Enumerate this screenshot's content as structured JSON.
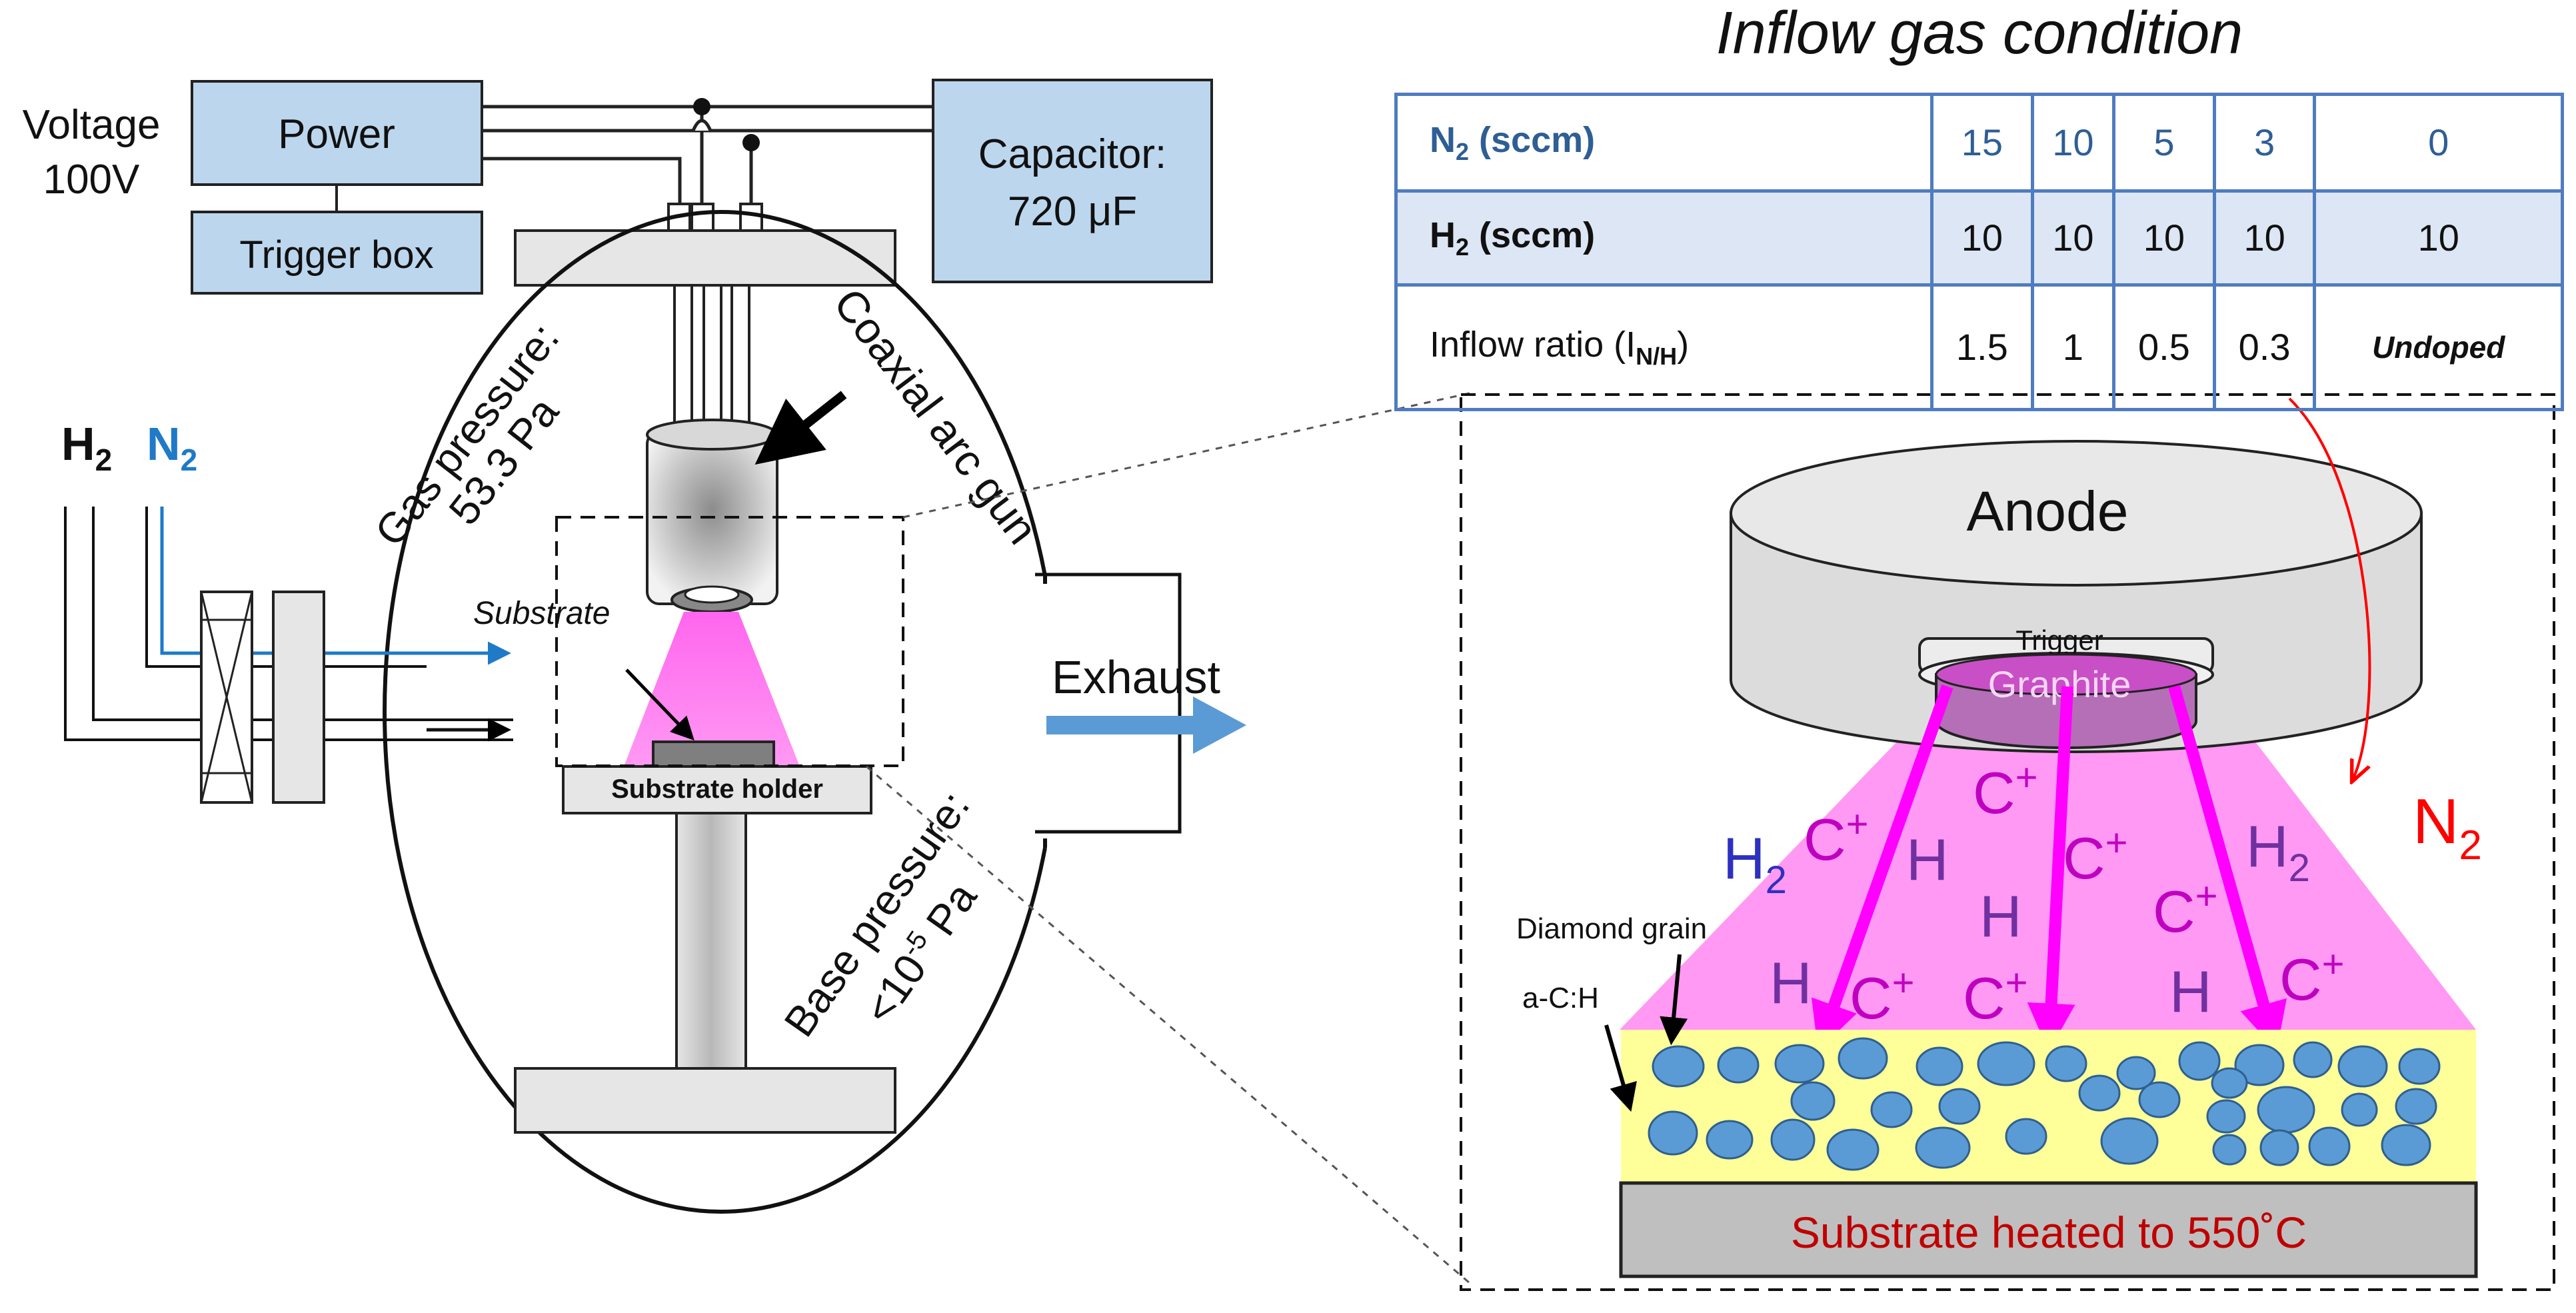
{
  "table_title": "Inflow gas condition",
  "table": {
    "rows": [
      {
        "label_main": "N",
        "label_sub": "2",
        "label_rest": " (sccm)",
        "values": [
          "15",
          "10",
          "5",
          "3",
          "0"
        ]
      },
      {
        "label_main": "H",
        "label_sub": "2",
        "label_rest": " (sccm)",
        "values": [
          "10",
          "10",
          "10",
          "10",
          "10"
        ]
      },
      {
        "label_main": "Inflow ratio (I",
        "label_sub": "N/H",
        "label_rest": ")",
        "values": [
          "1.5",
          "1",
          "0.5",
          "0.3",
          "Undoped"
        ]
      }
    ]
  },
  "apparatus": {
    "voltage_label": "Voltage",
    "voltage_value": "100V",
    "power_label": "Power",
    "trigger_box_label": "Trigger box",
    "capacitor_label": "Capacitor:",
    "capacitor_value": "720 μF",
    "gas_h2": "H",
    "gas_n2": "N",
    "gas_sub": "2",
    "gas_pressure_label": "Gas pressure:",
    "gas_pressure_value": "53.3 Pa",
    "coaxial_arc_gun_label": "Coaxial arc gun",
    "substrate_label": "Substrate",
    "substrate_holder_label": "Substrate holder",
    "exhaust_label": "Exhaust",
    "base_pressure_label": "Base pressure:",
    "base_pressure_value_pre": "<10",
    "base_pressure_value_sup": "-5",
    "base_pressure_value_post": " Pa"
  },
  "detail": {
    "anode_label": "Anode",
    "trigger_label": "Trigger",
    "graphite_label": "Graphite",
    "n2_main": "N",
    "n2_sub": "2",
    "species_h2_main": "H",
    "species_h2_sub": "2",
    "species_h": "H",
    "species_c_main": "C",
    "species_c_sup": "+",
    "diamond_grain_label": "Diamond grain",
    "a_c_h_label": "a-C:H",
    "substrate_heated_label": "Substrate heated to 550˚C"
  },
  "colors": {
    "box_fill": "#bcd6ee",
    "plasma": "#ff8ff2",
    "arrow_magenta": "#ff00ff",
    "film_yellow": "#ffff99",
    "grain_blue": "#5b9bd5",
    "table_border": "#4f7cc0",
    "n2_red": "#ff0000",
    "heated_red": "#c00000",
    "species_purple": "#7030a0",
    "species_magenta": "#c000c0",
    "species_blue": "#2e30c0",
    "n2_blue": "#1f7ac8"
  }
}
